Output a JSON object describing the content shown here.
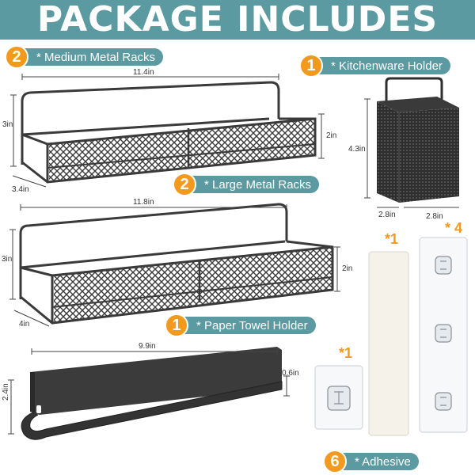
{
  "header": {
    "title": "PACKAGE INCLUDES"
  },
  "items": {
    "medium_racks": {
      "count": "2",
      "label": "* Medium Metal Racks",
      "width": "11.4in",
      "height": "3in",
      "depth": "3.4in",
      "front": "2in"
    },
    "kitchenware": {
      "count": "1",
      "label": "* Kitchenware Holder",
      "height": "4.3in",
      "width": "2.8in",
      "depth": "2.8in"
    },
    "large_racks": {
      "count": "2",
      "label": "* Large Metal Racks",
      "width": "11.8in",
      "height": "3in",
      "depth": "4in",
      "front": "2in"
    },
    "towel_holder": {
      "count": "1",
      "label": "* Paper Towel Holder",
      "width": "9.9in",
      "height": "2.4in",
      "depth": "0.6in"
    },
    "adhesive": {
      "count": "6",
      "label": "* Adhesive",
      "strip_qty": "*1",
      "hooks_qty": "* 4",
      "single_qty": "*1"
    }
  },
  "colors": {
    "teal": "#5a9aa0",
    "orange": "#f39a1e",
    "metal": "#3a3a3a"
  }
}
